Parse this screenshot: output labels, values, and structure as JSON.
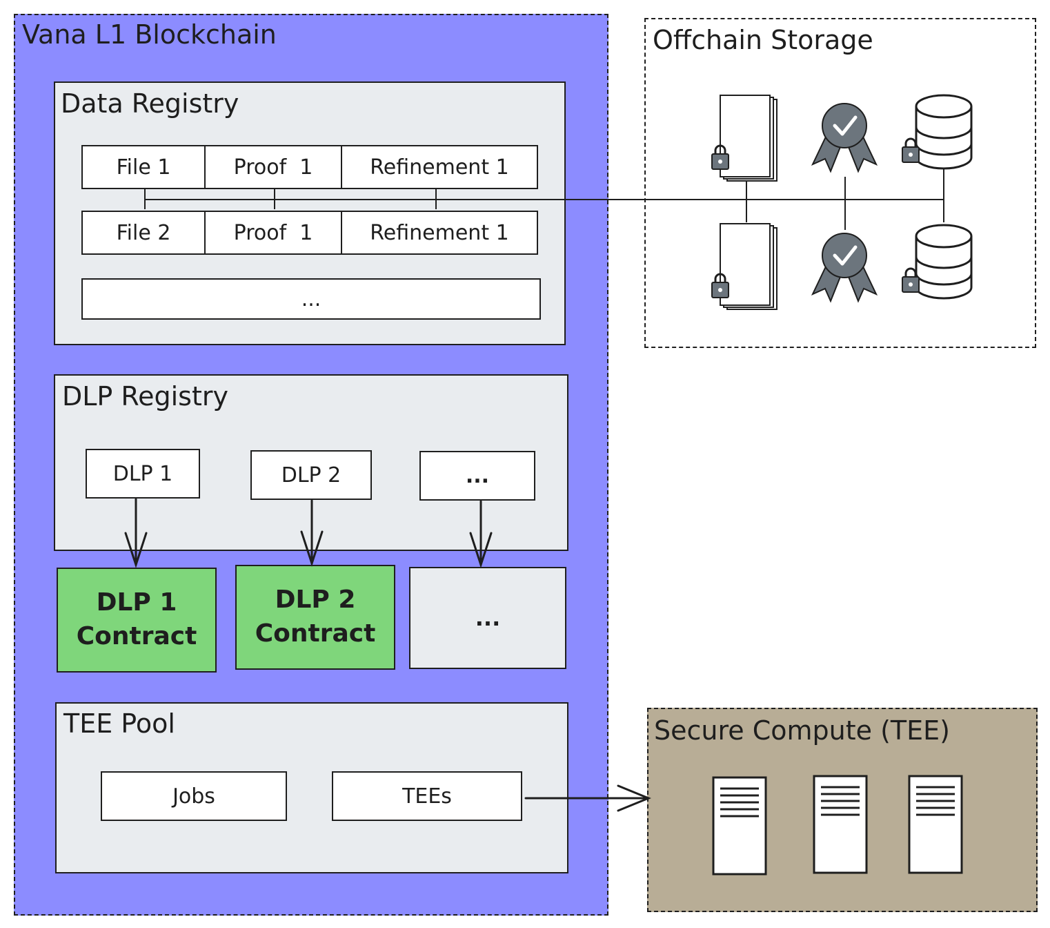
{
  "blockchain": {
    "title": "Vana L1 Blockchain",
    "color": "#8c8cff"
  },
  "data_registry": {
    "title": "Data Registry",
    "rows": [
      [
        "File 1",
        "Proof  1",
        "Refinement 1"
      ],
      [
        "File 2",
        "Proof  1",
        "Refinement 1"
      ]
    ],
    "more": "..."
  },
  "dlp_registry": {
    "title": "DLP Registry",
    "items": [
      "DLP 1",
      "DLP 2",
      "..."
    ]
  },
  "contracts": {
    "items": [
      {
        "line1": "DLP 1",
        "line2": "Contract"
      },
      {
        "line1": "DLP 2",
        "line2": "Contract"
      }
    ],
    "more": "...",
    "color": "#7fd67b"
  },
  "tee_pool": {
    "title": "TEE Pool",
    "jobs": "Jobs",
    "tees": "TEEs"
  },
  "offchain": {
    "title": "Offchain Storage",
    "icons": [
      "locked-document-icon",
      "certificate-icon",
      "locked-database-icon"
    ]
  },
  "secure_compute": {
    "title": "Secure Compute (TEE)",
    "color": "#b8ad96",
    "icons": [
      "server-icon",
      "server-icon",
      "server-icon"
    ]
  }
}
